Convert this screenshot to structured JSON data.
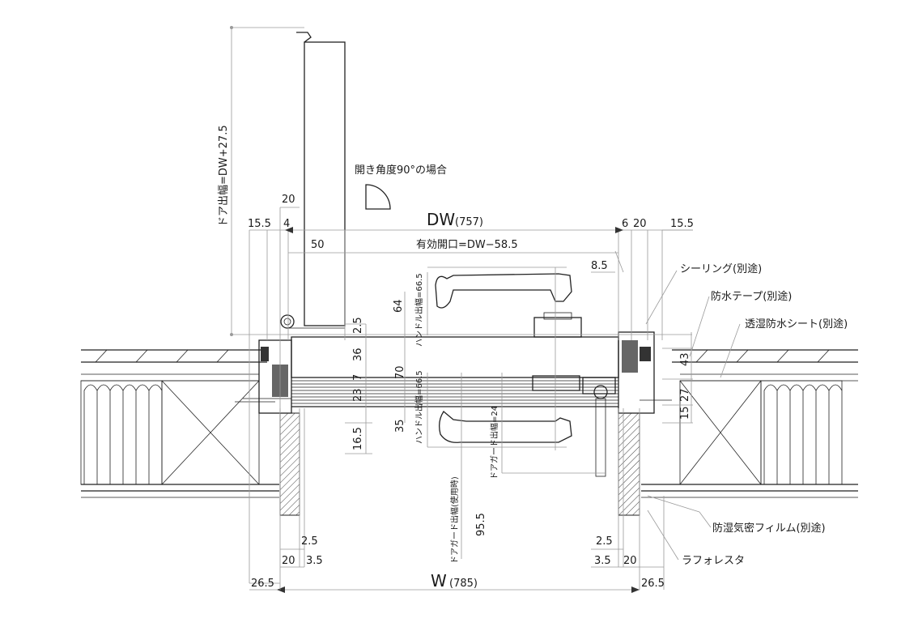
{
  "labels": {
    "opening_angle": "開き角度90°の場合",
    "sealing": "シーリング(別途)",
    "waterproof_tape": "防水テープ(別途)",
    "moisture_sheet": "透湿防水シート(別途)",
    "vapor_film": "防湿気密フィルム(別途)",
    "lath": "ラフォレスタ"
  },
  "dimensions": {
    "door_projection": "ドア出幅=DW+27.5",
    "dw": "DW",
    "dw_value": "(757)",
    "w": "W",
    "w_value": "(785)",
    "effective_opening": "有効開口=DW−58.5",
    "handle_projection_top": "ハンドル出幅=66.5",
    "handle_projection_bottom": "ハンドル出幅=66.5",
    "door_guard_projection": "ドアガード出幅=24",
    "door_guard_in_use": "ドアガード出幅(使用時)",
    "d20_top": "20",
    "d15_5_left": "15.5",
    "d4": "4",
    "d50": "50",
    "d6": "6",
    "d20_right": "20",
    "d15_5_right": "15.5",
    "d8_5": "8.5",
    "d64": "64",
    "d2_5_a": "2.5",
    "d36": "36",
    "d7": "7",
    "d70": "70",
    "d23": "23",
    "d35": "35",
    "d16_5": "16.5",
    "d43": "43",
    "d27": "27",
    "d15": "15",
    "d95_5": "95.5",
    "d2_5_bl": "2.5",
    "d20_bl": "20",
    "d3_5_bl": "3.5",
    "d2_5_br": "2.5",
    "d3_5_br": "3.5",
    "d20_br": "20",
    "d26_5_left": "26.5",
    "d26_5_right": "26.5"
  }
}
